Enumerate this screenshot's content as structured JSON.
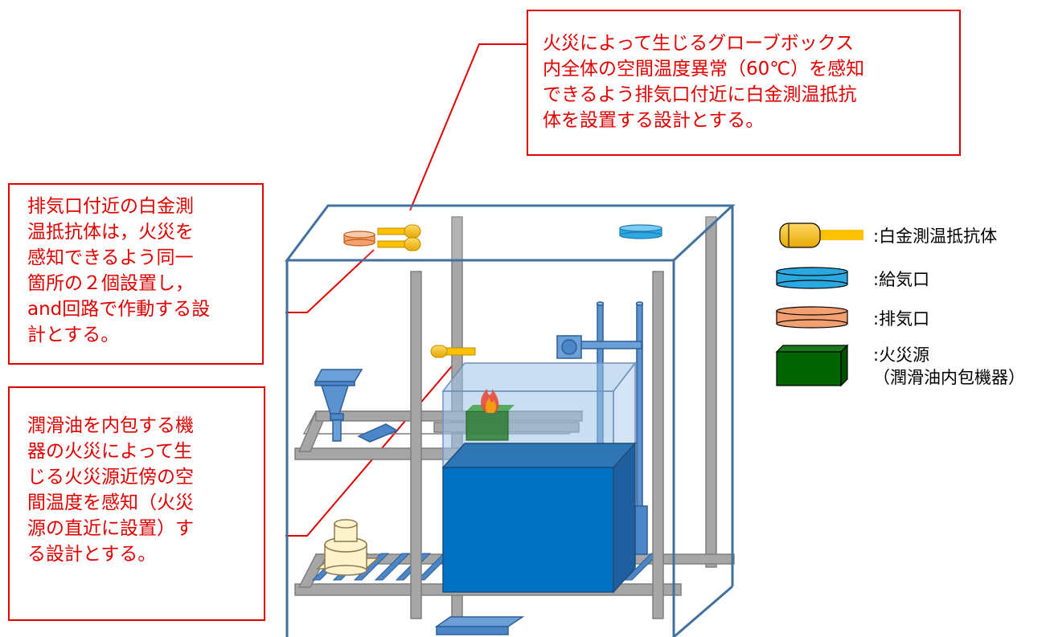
{
  "callouts": {
    "top": "火災によって生じるグローブボックス\n内全体の空間温度異常（60℃）を感知\nできるよう排気口付近に白金測温抵抗\n体を設置する設計とする。",
    "left_upper": "排気口付近の白金測\n温抵抗体は，火災を\n感知できるよう同一\n箇所の２個設置し，\nand回路で作動する設\n計とする。",
    "left_lower": "潤滑油を内包する機\n器の火災によって生\nじる火災源近傍の空\n間温度を感知（火災\n源の直近に設置）す\nる設計とする。"
  },
  "legend": {
    "rtd": ":白金測温抵抗体",
    "supply": ":給気口",
    "exhaust": ":排気口",
    "fire_source": ":火災源\n（潤滑油内包機器）"
  },
  "colors": {
    "callout_red": "#e00000",
    "rtd_yellow": "#ffc000",
    "supply_blue": "#2aa8e0",
    "exhaust_orange": "#f4a070",
    "fire_source_green": "#1e6b1e",
    "frame_blue": "#41719c",
    "post_gray": "#a6a6a6",
    "equipment_blue": "#1f6fc0"
  },
  "icons": [
    "rtd-sensor-icon",
    "supply-vent-icon",
    "exhaust-vent-icon",
    "fire-source-icon",
    "flame-icon"
  ]
}
